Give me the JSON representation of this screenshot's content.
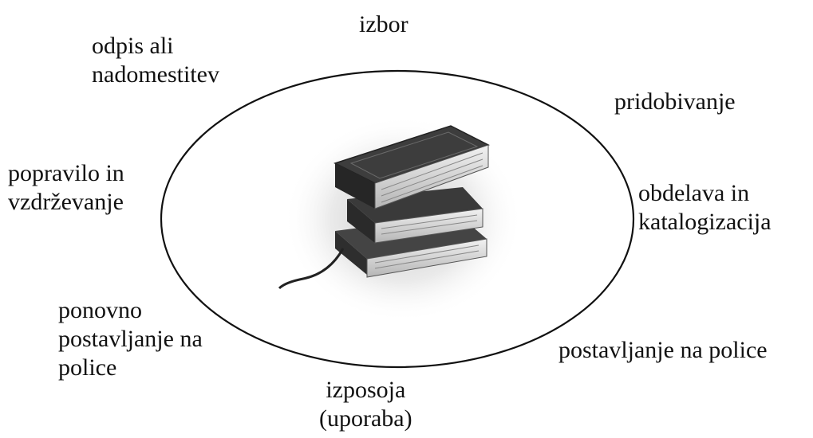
{
  "diagram": {
    "type": "cycle",
    "center_image": "stack-of-books-icon",
    "colors": {
      "text": "#111111",
      "ellipse_stroke": "#111111",
      "book_cover": "#3a3a3a",
      "book_pages": "#d8d8d8"
    },
    "stages": {
      "izbor": {
        "lines": [
          "izbor"
        ]
      },
      "pridobivanje": {
        "lines": [
          "pridobivanje"
        ]
      },
      "obdelava": {
        "lines": [
          "obdelava in",
          "katalogizacija"
        ]
      },
      "postavljanje": {
        "lines": [
          "postavljanje na police"
        ]
      },
      "izposoja": {
        "lines": [
          "izposoja",
          "(uporaba)"
        ]
      },
      "ponovno": {
        "lines": [
          "ponovno",
          "postavljanje na",
          "police"
        ]
      },
      "popravilo": {
        "lines": [
          "popravilo in",
          "vzdrževanje"
        ]
      },
      "odpis": {
        "lines": [
          "odpis ali",
          "nadomestitev"
        ]
      }
    }
  }
}
